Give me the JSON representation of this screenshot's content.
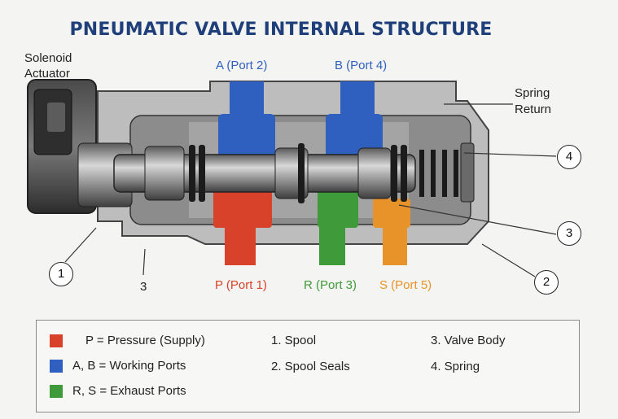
{
  "title": "PNEUMATIC VALVE INTERNAL STRUCTURE",
  "labels": {
    "solenoid_line1": "Solenoid",
    "solenoid_line2": "Actuator",
    "spring_line1": "Spring",
    "spring_line2": "Return"
  },
  "ports": {
    "a": "A (Port 2)",
    "b": "B (Port 4)",
    "p": "P (Port 1)",
    "r": "R (Port 3)",
    "s": "S (Port 5)"
  },
  "callouts": {
    "c1": "1",
    "c2": "2",
    "c3": "3",
    "c4": "4",
    "body_number": "3"
  },
  "legend": {
    "pressure": "P = Pressure (Supply)",
    "working": "A, B = Working Ports",
    "exhaust": "R, S = Exhaust Ports",
    "item1": "1.  Spool",
    "item2": "2.  Spool Seals",
    "item3": "3.  Valve Body",
    "item4": "4.  Spring"
  },
  "colors": {
    "pressure": "#d8412a",
    "working": "#2f5fbf",
    "exhaust_r": "#3f9a3a",
    "exhaust_s": "#e8932a",
    "title": "#1f3f7a"
  }
}
